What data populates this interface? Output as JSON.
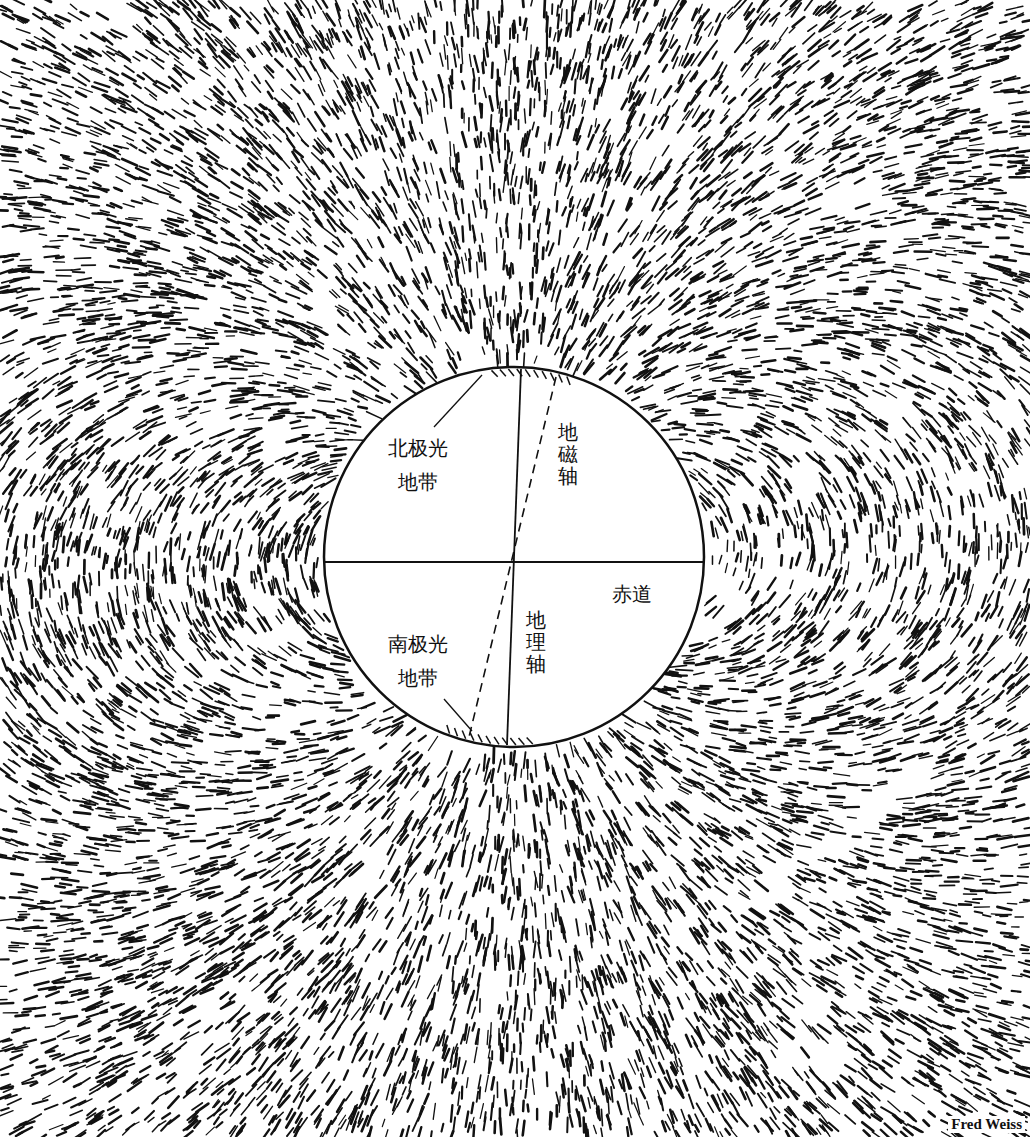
{
  "diagram": {
    "nodes": [
      {
        "text": [
          "北极光 地带",
          "地磁轴",
          "赤道",
          "南极光 地带",
          "地理轴"
        ]
      }
    ],
    "labels": [
      "Fred Weiss"
    ]
  }
}
